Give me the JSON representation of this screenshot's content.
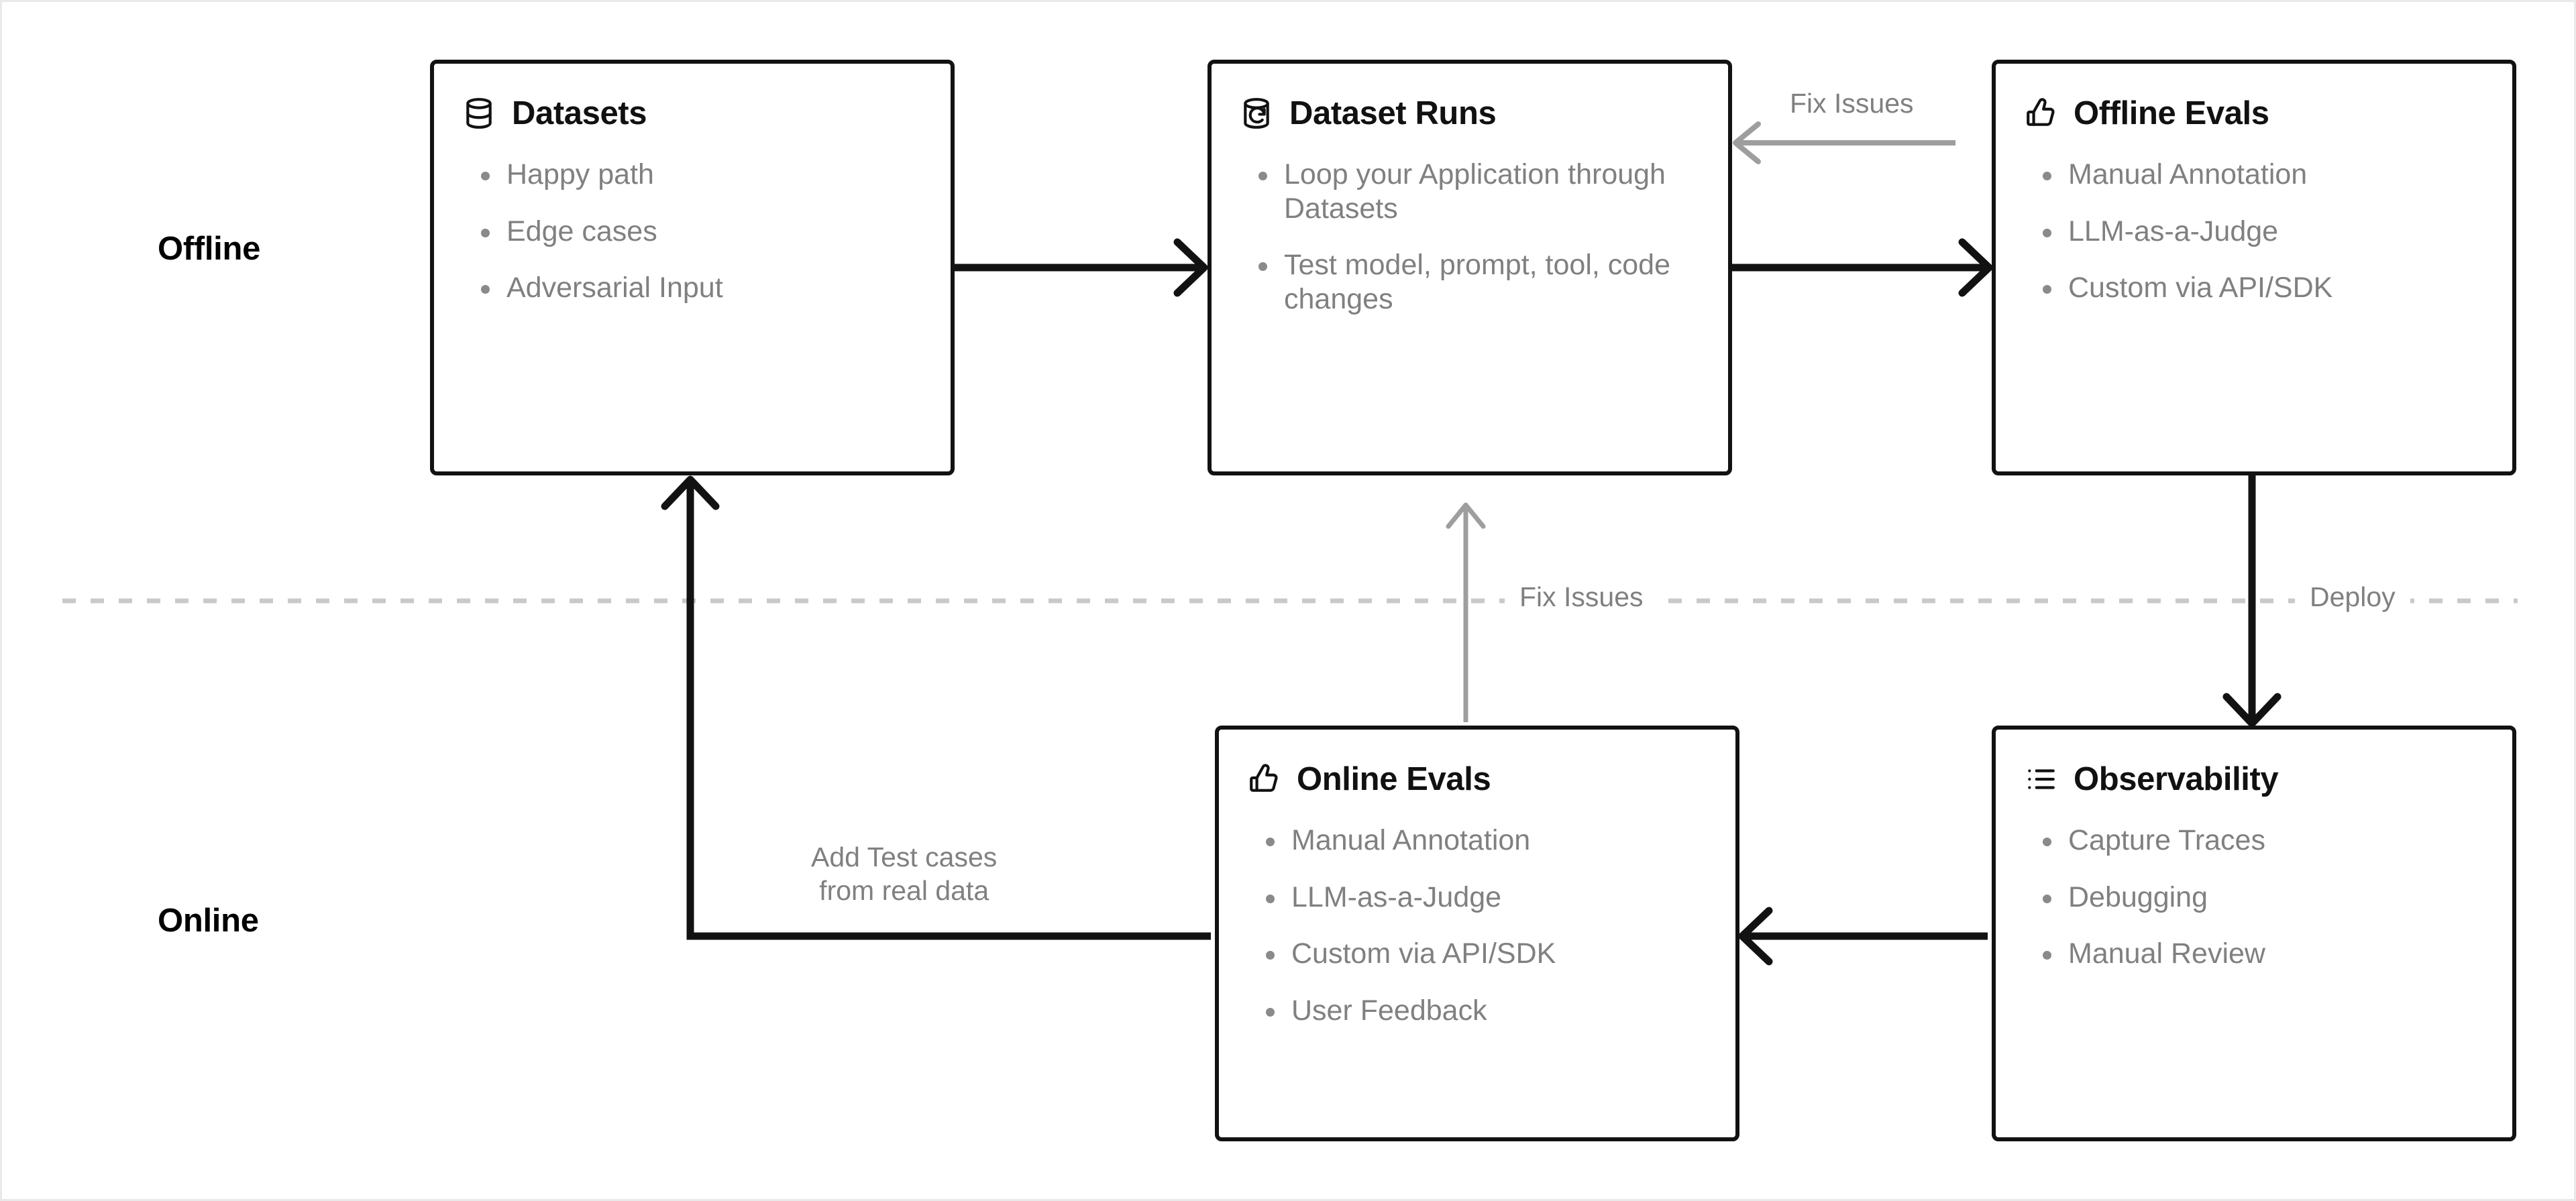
{
  "lanes": {
    "offline": "Offline",
    "online": "Online"
  },
  "nodes": {
    "datasets": {
      "title": "Datasets",
      "icon": "database-icon",
      "items": [
        "Happy path",
        "Edge cases",
        "Adversarial Input"
      ]
    },
    "dataset_runs": {
      "title": "Dataset Runs",
      "icon": "database-refresh-icon",
      "items": [
        "Loop your Application through Datasets",
        "Test model, prompt, tool, code changes"
      ]
    },
    "offline_evals": {
      "title": "Offline Evals",
      "icon": "thumbs-up-icon",
      "items": [
        "Manual Annotation",
        "LLM-as-a-Judge",
        "Custom via API/SDK"
      ]
    },
    "online_evals": {
      "title": "Online Evals",
      "icon": "thumbs-up-icon",
      "items": [
        "Manual Annotation",
        "LLM-as-a-Judge",
        "Custom via API/SDK",
        "User Feedback"
      ]
    },
    "observability": {
      "title": "Observability",
      "icon": "list-tree-icon",
      "items": [
        "Capture Traces",
        "Debugging",
        "Manual Review"
      ]
    }
  },
  "edges": {
    "fix_issues_top": "Fix Issues",
    "fix_issues_middle": "Fix Issues",
    "deploy": "Deploy",
    "add_test_cases_line1": "Add Test cases",
    "add_test_cases_line2": "from real data"
  },
  "colors": {
    "stroke": "#121212",
    "muted_stroke": "#a0a0a0",
    "divider": "#cccccc",
    "text": "#111111",
    "muted_text": "#808080",
    "background": "#ffffff"
  }
}
